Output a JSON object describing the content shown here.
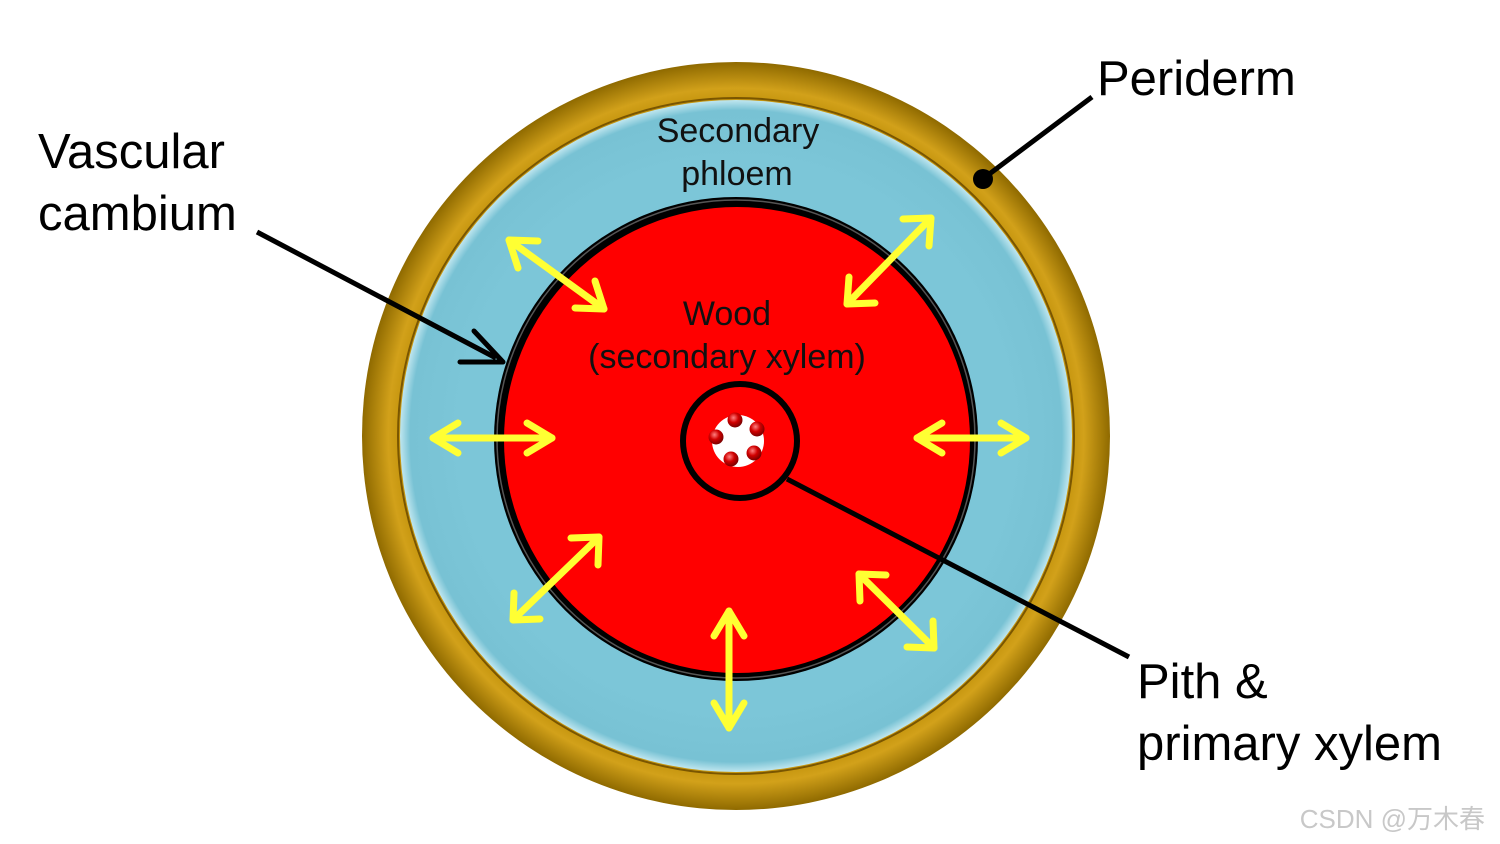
{
  "labels": {
    "periderm": "Periderm",
    "vascular_cambium": [
      "Vascular",
      "cambium"
    ],
    "secondary_phloem": [
      "Secondary",
      "phloem"
    ],
    "wood": [
      "Wood",
      "(secondary xylem)"
    ],
    "pith_primary_xylem": [
      "Pith &",
      "primary xylem"
    ]
  },
  "watermark": "CSDN @万木春",
  "colors": {
    "periderm": "#c08f00",
    "periderm_dark": "#8a6500",
    "secondary_phloem": "#7ac4d6",
    "wood": "#ff0000",
    "vascular_cambium": "#000000",
    "pith": "#ffffff",
    "primary_xylem": "#c80000",
    "growth_arrows": "#ffff33",
    "leader_lines": "#000000"
  },
  "icons": {
    "growth_arrow": "double-headed-arrow-icon",
    "leader_pointer": "arrowhead-icon",
    "leader_dot": "dot-icon"
  }
}
